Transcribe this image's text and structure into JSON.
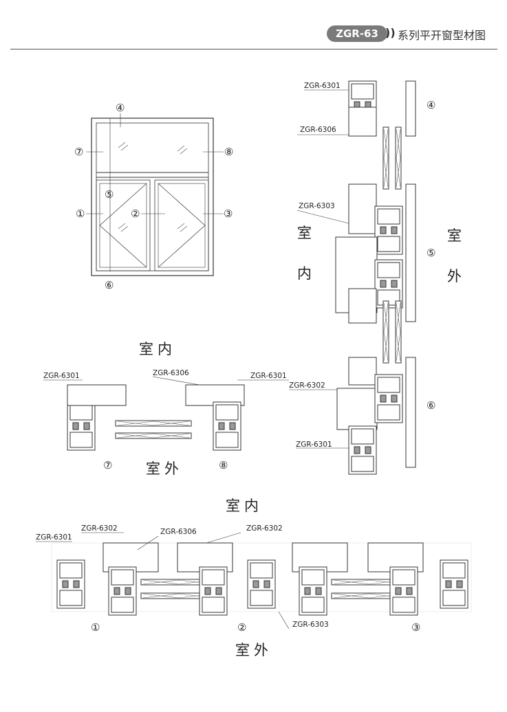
{
  "header": {
    "model_badge": "ZGR-63",
    "chevron": "))",
    "series_title": "系列平开窗型材图"
  },
  "markers": [
    "①",
    "②",
    "③",
    "④",
    "⑤",
    "⑥",
    "⑦",
    "⑧"
  ],
  "sides": {
    "indoor": "室内",
    "outdoor": "室外",
    "indoor_char1": "室",
    "indoor_char2": "内",
    "outdoor_char1": "室",
    "outdoor_char2": "外"
  },
  "parts": {
    "p6301": "ZGR-6301",
    "p6302": "ZGR-6302",
    "p6303": "ZGR-6303",
    "p6306": "ZGR-6306"
  }
}
